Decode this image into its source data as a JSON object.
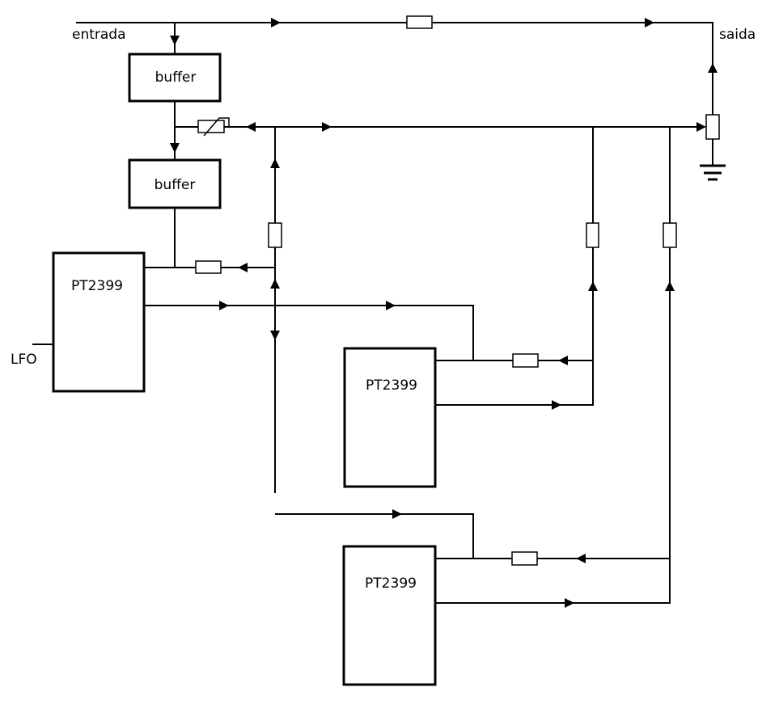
{
  "labels": {
    "input": "entrada",
    "output": "saida",
    "lfo": "LFO"
  },
  "blocks": {
    "buffer_top": "buffer",
    "buffer_bottom": "buffer",
    "pt2399_1": "PT2399",
    "pt2399_2": "PT2399",
    "pt2399_3": "PT2399"
  }
}
